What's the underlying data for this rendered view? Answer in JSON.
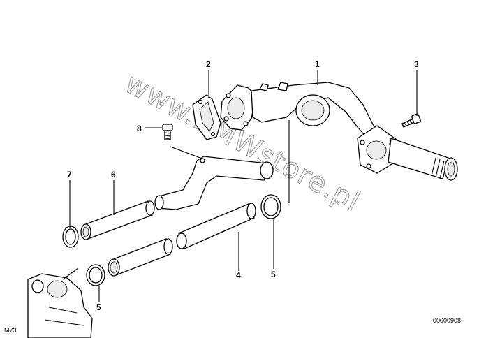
{
  "watermark": "www.BMWstore.pl",
  "diagram_code": "00000908",
  "model_code": "M73",
  "callouts": [
    {
      "id": "1",
      "label": "1"
    },
    {
      "id": "2",
      "label": "2"
    },
    {
      "id": "3",
      "label": "3"
    },
    {
      "id": "4",
      "label": "4"
    },
    {
      "id": "5a",
      "label": "5"
    },
    {
      "id": "5b",
      "label": "5"
    },
    {
      "id": "6",
      "label": "6"
    },
    {
      "id": "7",
      "label": "7"
    },
    {
      "id": "8",
      "label": "8"
    }
  ]
}
